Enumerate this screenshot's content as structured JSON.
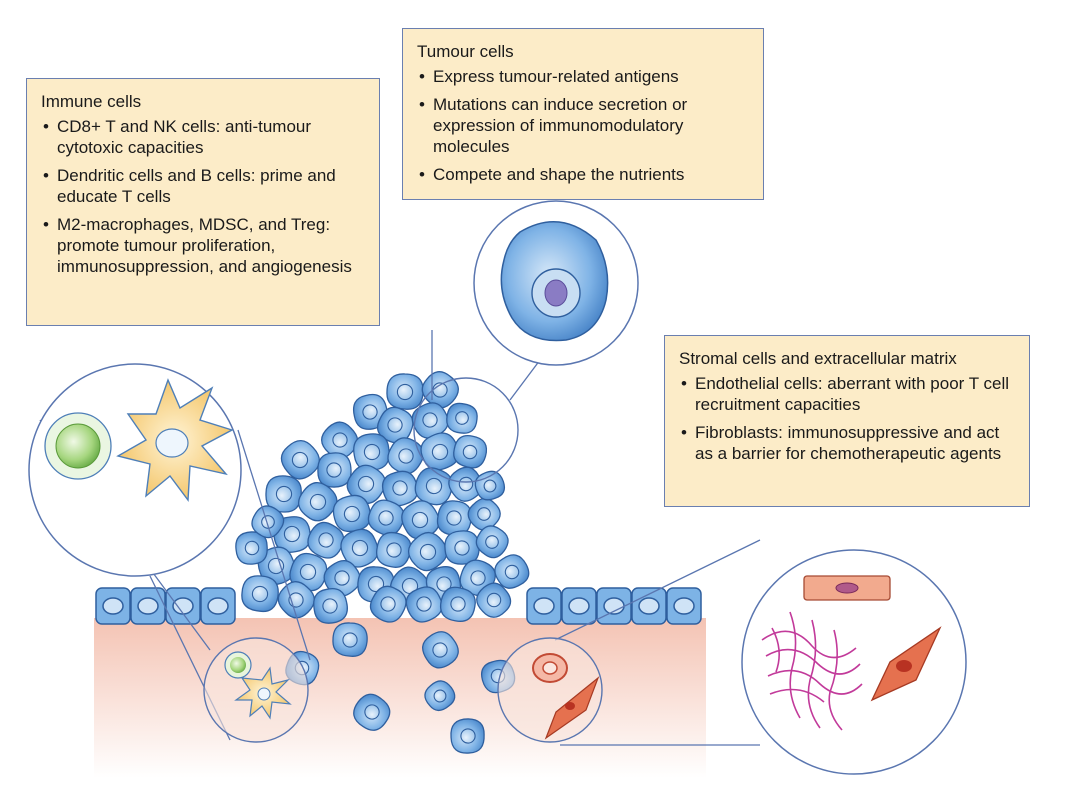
{
  "immune_box": {
    "title": "Immune cells",
    "items": [
      "CD8+ T and NK cells: anti-tumour cytotoxic capacities",
      "Dendritic cells and B cells: prime and educate T cells",
      "M2-macrophages, MDSC, and Treg: promote tumour proliferation, immunosuppression, and angiogenesis"
    ]
  },
  "tumour_box": {
    "title": "Tumour cells",
    "items": [
      "Express tumour-related antigens",
      "Mutations can induce secretion or expression of immunomodulatory molecules",
      "Compete and shape the nutrients"
    ]
  },
  "stromal_box": {
    "title": "Stromal cells and extracellular matrix",
    "items": [
      "Endothelial cells: aberrant with poor T cell recruitment capacities",
      "Fibroblasts: immunosuppressive and act as a barrier for chemotherapeutic agents"
    ]
  },
  "colors": {
    "box_fill": "#fcecc8",
    "box_border": "#6a7fb0",
    "tumour_cell": "#5b9ad8",
    "tumour_cell_light": "#b9d6f2",
    "nucleus": "#8a80c0",
    "tissue": "#f6cdbf",
    "t_cell": "#8cc56a",
    "dendritic_cell": "#f5d27a",
    "fibroblast": "#e26a4e",
    "matrix_fibre": "#c040a0"
  }
}
